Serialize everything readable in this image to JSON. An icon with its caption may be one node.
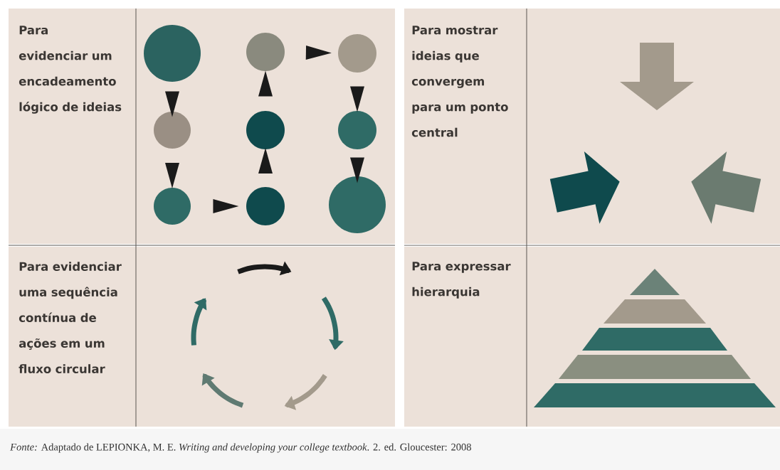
{
  "diagram": {
    "caption": "*Fonte:* Adaptado de LEPIONKA, M. E. *Writing and developing your college textbook*. 2. ed. Gloucester: 2008",
    "nodes": [
      {
        "text": [],
        "shape": "circle"
      },
      {
        "text": [],
        "shape": "circle"
      },
      {
        "text": [],
        "shape": "circle"
      },
      {
        "text": [],
        "shape": "circle"
      },
      {
        "text": [],
        "shape": "circle"
      },
      {
        "text": [],
        "shape": "circle"
      },
      {
        "text": [],
        "shape": "circle"
      },
      {
        "text": [],
        "shape": "circle"
      },
      {
        "text": [],
        "shape": "circle"
      }
    ],
    "edges": [
      {
        "from": 0,
        "to": 3,
        "arrow": "to"
      },
      {
        "from": 3,
        "to": 6,
        "arrow": "to"
      },
      {
        "from": 6,
        "to": 7,
        "arrow": "to"
      },
      {
        "from": 7,
        "to": 4,
        "arrow": "to"
      },
      {
        "from": 4,
        "to": 1,
        "arrow": "to"
      },
      {
        "from": 1,
        "to": 2,
        "arrow": "to"
      },
      {
        "from": 2,
        "to": 5,
        "arrow": "to"
      },
      {
        "from": 5,
        "to": 8,
        "arrow": "to"
      }
    ],
    "labels": [
      "Para evidenciar um encadeamento lógico de ideias",
      "Para mostrar ideias que convergem para um ponto central",
      "Para evidenciar uma sequência contínua de ações em um fluxo circular",
      "Para expressar hierarquia"
    ]
  }
}
